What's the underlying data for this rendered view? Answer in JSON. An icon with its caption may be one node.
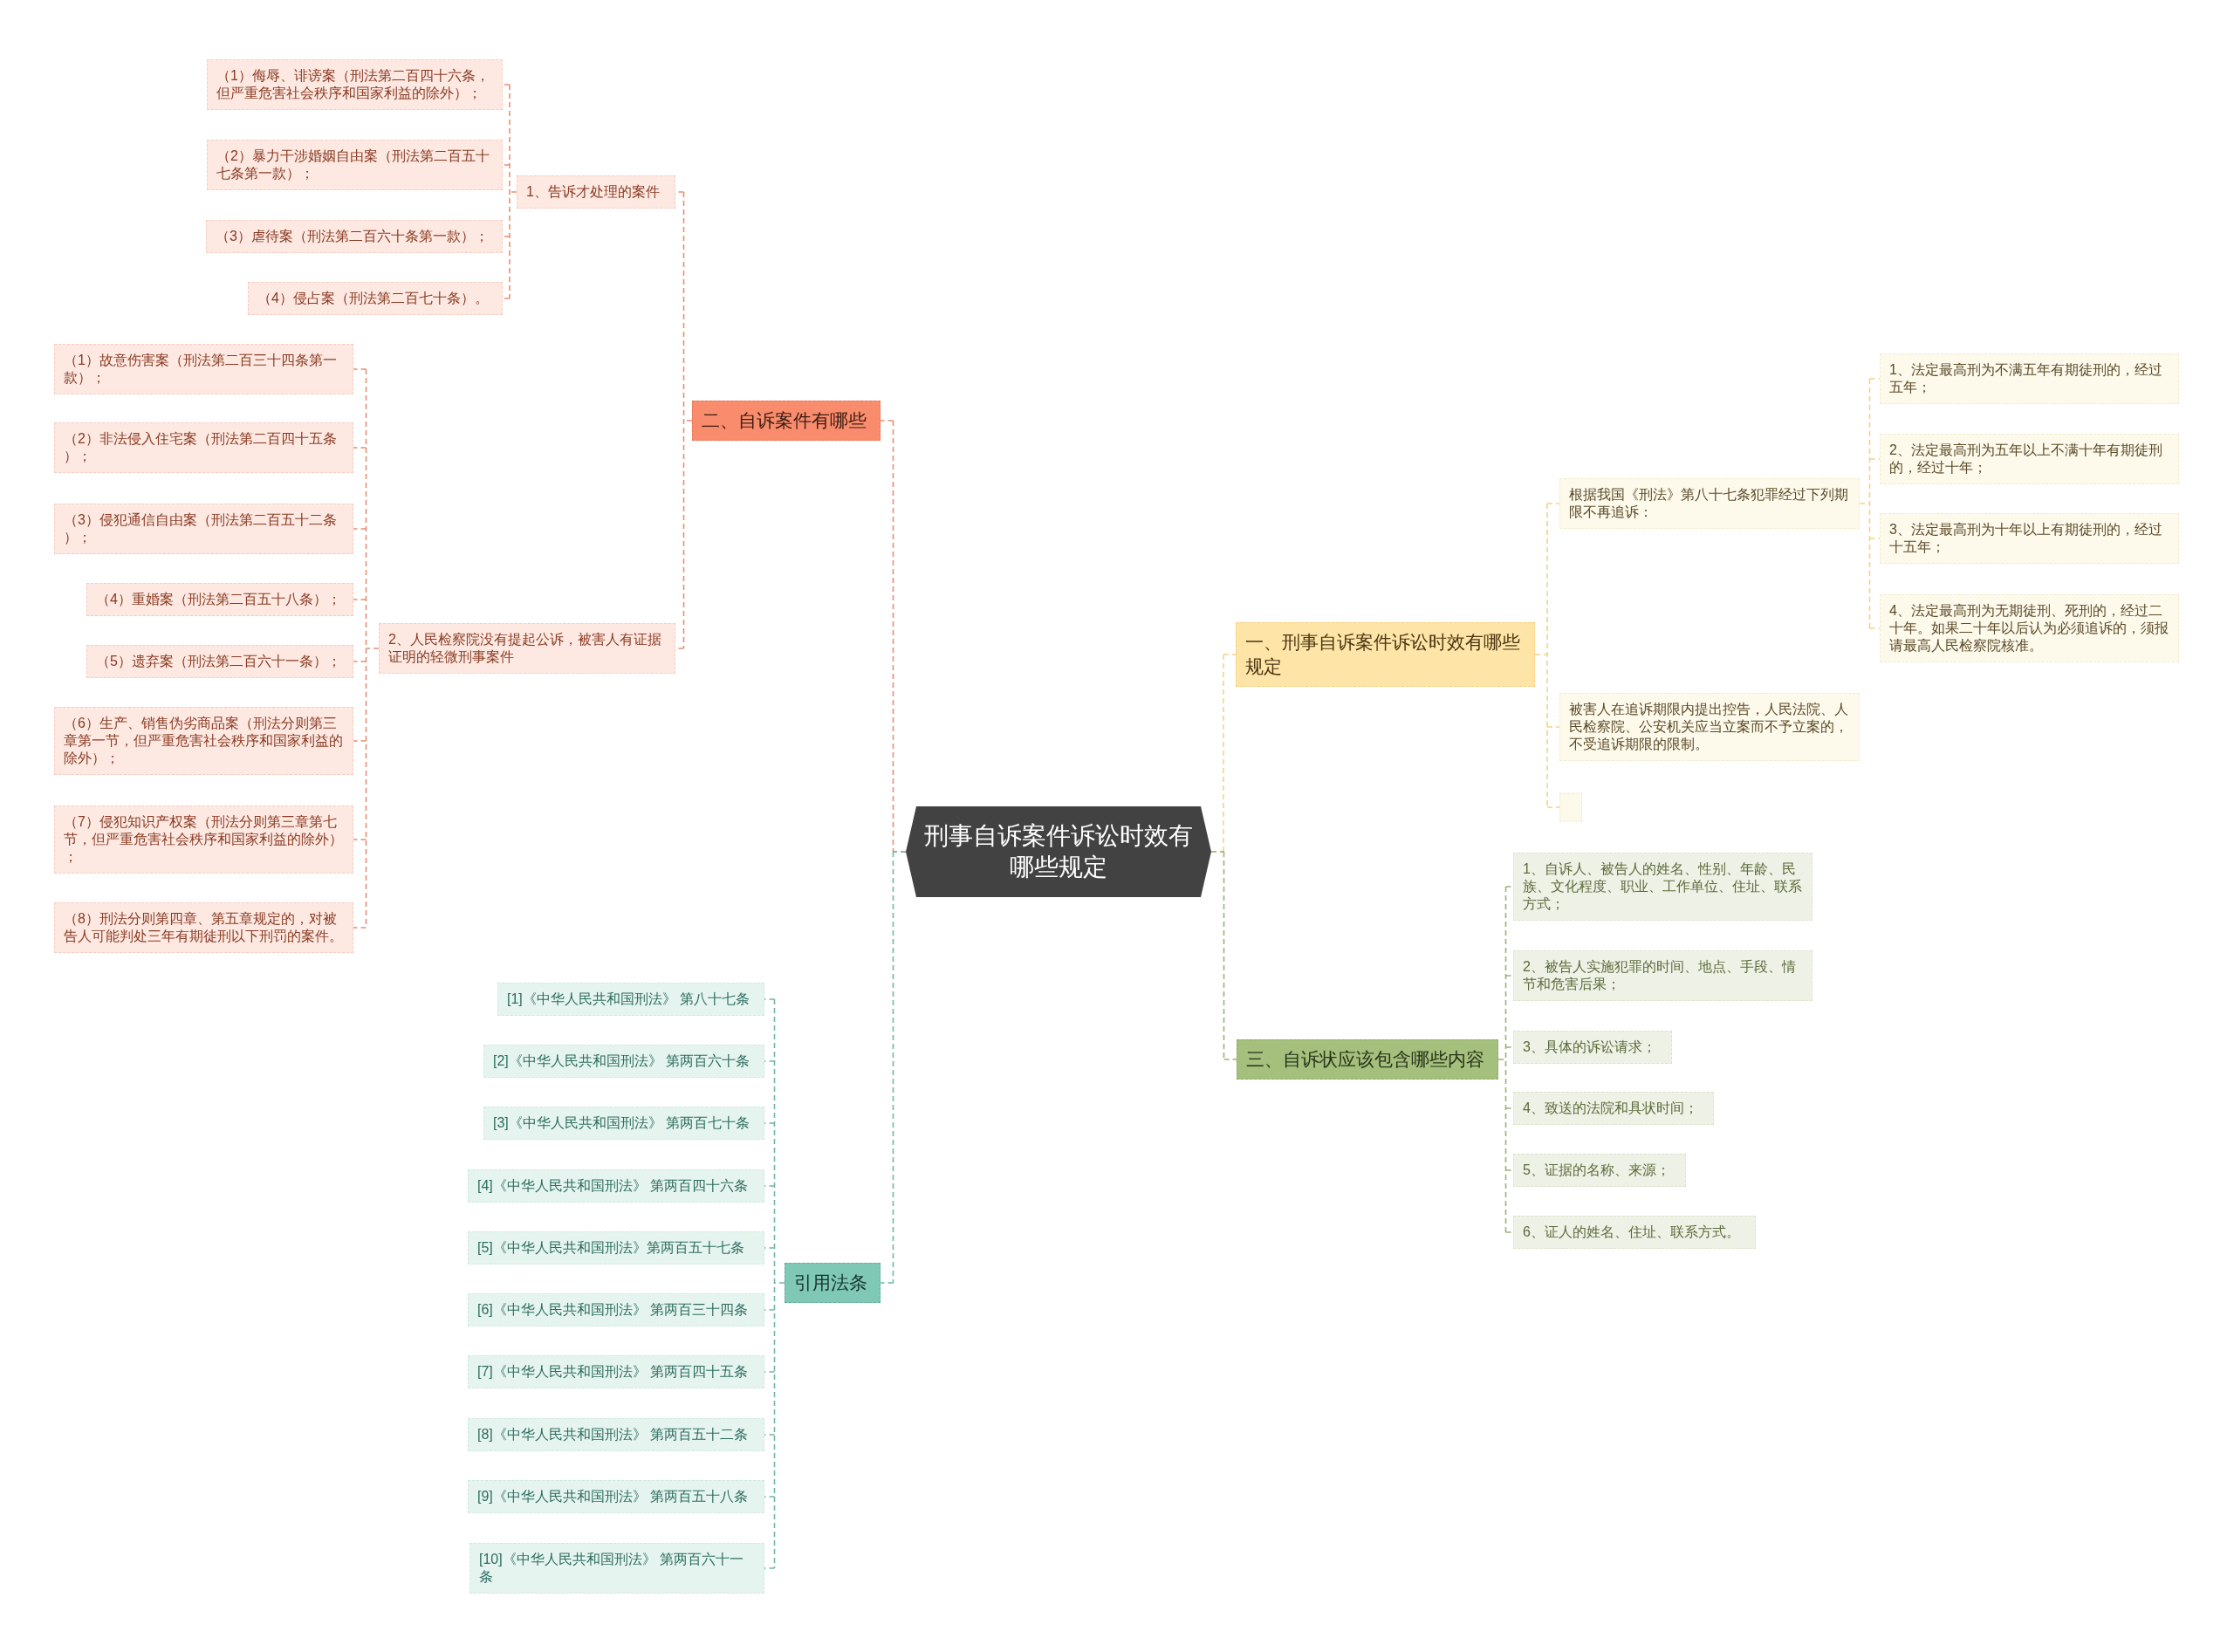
{
  "diagram": {
    "nodes": [
      {
        "text": [
          "刑事自诉案件诉讼时效有哪些规定"
        ]
      },
      {
        "text": [
          "二、自诉案件有哪些"
        ]
      },
      {
        "text": [
          "1、告诉才处理的案件"
        ]
      },
      {
        "text": [
          "（1）侮辱、诽谤案（刑法第二百四十六条，但严重危害社会秩序和国家利益的除外）；"
        ]
      },
      {
        "text": [
          "（2）暴力干涉婚姻自由案（刑法第二百五十七条第一款）；"
        ]
      },
      {
        "text": [
          "（3）虐待案（刑法第二百六十条第一款）；"
        ]
      },
      {
        "text": [
          "（4）侵占案（刑法第二百七十条）。"
        ]
      },
      {
        "text": [
          "2、人民检察院没有提起公诉，被害人有证据证明的轻微刑事案件"
        ]
      },
      {
        "text": [
          "（1）故意伤害案（刑法第二百三十四条第一款）；"
        ]
      },
      {
        "text": [
          "（2）非法侵入住宅案（刑法第二百四十五条）；"
        ]
      },
      {
        "text": [
          "（3）侵犯通信自由案（刑法第二百五十二条）；"
        ]
      },
      {
        "text": [
          "（4）重婚案（刑法第二百五十八条）；"
        ]
      },
      {
        "text": [
          "（5）遗弃案（刑法第二百六十一条）；"
        ]
      },
      {
        "text": [
          "（6）生产、销售伪劣商品案（刑法分则第三章第一节，但严重危害社会秩序和国家利益的除外）；"
        ]
      },
      {
        "text": [
          "（7）侵犯知识产权案（刑法分则第三章第七节，但严重危害社会秩序和国家利益的除外）；"
        ]
      },
      {
        "text": [
          "（8）刑法分则第四章、第五章规定的，对被告人可能判处三年有期徒刑以下刑罚的案件。"
        ]
      },
      {
        "text": [
          "引用法条"
        ]
      },
      {
        "text": [
          "[1]《中华人民共和国刑法》 第八十七条"
        ]
      },
      {
        "text": [
          "[2]《中华人民共和国刑法》 第两百六十条"
        ]
      },
      {
        "text": [
          "[3]《中华人民共和国刑法》 第两百七十条"
        ]
      },
      {
        "text": [
          "[4]《中华人民共和国刑法》 第两百四十六条"
        ]
      },
      {
        "text": [
          "[5]《中华人民共和国刑法》第两百五十七条"
        ]
      },
      {
        "text": [
          "[6]《中华人民共和国刑法》 第两百三十四条"
        ]
      },
      {
        "text": [
          "[7]《中华人民共和国刑法》 第两百四十五条"
        ]
      },
      {
        "text": [
          "[8]《中华人民共和国刑法》 第两百五十二条"
        ]
      },
      {
        "text": [
          "[9]《中华人民共和国刑法》 第两百五十八条"
        ]
      },
      {
        "text": [
          "[10]《中华人民共和国刑法》 第两百六十一条"
        ]
      },
      {
        "text": [
          "一、刑事自诉案件诉讼时效有哪些规定"
        ]
      },
      {
        "text": [
          "根据我国《刑法》第八十七条犯罪经过下列期限不再追诉："
        ]
      },
      {
        "text": [
          "1、法定最高刑为不满五年有期徒刑的，经过五年；"
        ]
      },
      {
        "text": [
          "2、法定最高刑为五年以上不满十年有期徒刑的，经过十年；"
        ]
      },
      {
        "text": [
          "3、法定最高刑为十年以上有期徒刑的，经过十五年；"
        ]
      },
      {
        "text": [
          "4、法定最高刑为无期徒刑、死刑的，经过二十年。如果二十年以后认为必须追诉的，须报请最高人民检察院核准。"
        ]
      },
      {
        "text": [
          "被害人在追诉期限内提出控告，人民法院、人民检察院、公安机关应当立案而不予立案的，不受追诉期限的限制。"
        ]
      },
      {
        "text": [],
        "shape": "box"
      },
      {
        "text": [
          "三、自诉状应该包含哪些内容"
        ]
      },
      {
        "text": [
          "1、自诉人、被告人的姓名、性别、年龄、民族、文化程度、职业、工作单位、住址、联系方式；"
        ]
      },
      {
        "text": [
          "2、被告人实施犯罪的时间、地点、手段、情节和危害后果；"
        ]
      },
      {
        "text": [
          "3、具体的诉讼请求；"
        ]
      },
      {
        "text": [
          "4、致送的法院和具状时间；"
        ]
      },
      {
        "text": [
          "5、证据的名称、来源；"
        ]
      },
      {
        "text": [
          "6、证人的姓名、住址、联系方式。"
        ]
      }
    ],
    "edges": [
      {
        "from": 0,
        "to": 1,
        "arrow": "none",
        "style": "dashed",
        "color": "#e58f73"
      },
      {
        "from": 1,
        "to": 2,
        "arrow": "none",
        "style": "dashed",
        "color": "#e58f73"
      },
      {
        "from": 2,
        "to": 3,
        "arrow": "none",
        "style": "dashed",
        "color": "#e58f73"
      },
      {
        "from": 2,
        "to": 4,
        "arrow": "none",
        "style": "dashed",
        "color": "#e58f73"
      },
      {
        "from": 2,
        "to": 5,
        "arrow": "none",
        "style": "dashed",
        "color": "#e58f73"
      },
      {
        "from": 2,
        "to": 6,
        "arrow": "none",
        "style": "dashed",
        "color": "#e58f73"
      },
      {
        "from": 1,
        "to": 7,
        "arrow": "none",
        "style": "dashed",
        "color": "#e58f73"
      },
      {
        "from": 7,
        "to": 8,
        "arrow": "none",
        "style": "dashed",
        "color": "#e58f73"
      },
      {
        "from": 7,
        "to": 9,
        "arrow": "none",
        "style": "dashed",
        "color": "#e58f73"
      },
      {
        "from": 7,
        "to": 10,
        "arrow": "none",
        "style": "dashed",
        "color": "#e58f73"
      },
      {
        "from": 7,
        "to": 11,
        "arrow": "none",
        "style": "dashed",
        "color": "#e58f73"
      },
      {
        "from": 7,
        "to": 12,
        "arrow": "none",
        "style": "dashed",
        "color": "#e58f73"
      },
      {
        "from": 7,
        "to": 13,
        "arrow": "none",
        "style": "dashed",
        "color": "#e58f73"
      },
      {
        "from": 7,
        "to": 14,
        "arrow": "none",
        "style": "dashed",
        "color": "#e58f73"
      },
      {
        "from": 7,
        "to": 15,
        "arrow": "none",
        "style": "dashed",
        "color": "#e58f73"
      },
      {
        "from": 0,
        "to": 16,
        "arrow": "none",
        "style": "dashed",
        "color": "#6fb8a6"
      },
      {
        "from": 16,
        "to": 17,
        "arrow": "none",
        "style": "dashed",
        "color": "#6fb8a6"
      },
      {
        "from": 16,
        "to": 18,
        "arrow": "none",
        "style": "dashed",
        "color": "#6fb8a6"
      },
      {
        "from": 16,
        "to": 19,
        "arrow": "none",
        "style": "dashed",
        "color": "#6fb8a6"
      },
      {
        "from": 16,
        "to": 20,
        "arrow": "none",
        "style": "dashed",
        "color": "#6fb8a6"
      },
      {
        "from": 16,
        "to": 21,
        "arrow": "none",
        "style": "dashed",
        "color": "#6fb8a6"
      },
      {
        "from": 16,
        "to": 22,
        "arrow": "none",
        "style": "dashed",
        "color": "#6fb8a6"
      },
      {
        "from": 16,
        "to": 23,
        "arrow": "none",
        "style": "dashed",
        "color": "#6fb8a6"
      },
      {
        "from": 16,
        "to": 24,
        "arrow": "none",
        "style": "dashed",
        "color": "#6fb8a6"
      },
      {
        "from": 16,
        "to": 25,
        "arrow": "none",
        "style": "dashed",
        "color": "#6fb8a6"
      },
      {
        "from": 16,
        "to": 26,
        "arrow": "none",
        "style": "dashed",
        "color": "#6fb8a6"
      },
      {
        "from": 0,
        "to": 27,
        "arrow": "none",
        "style": "dashed",
        "color": "#efd48a"
      },
      {
        "from": 27,
        "to": 28,
        "arrow": "none",
        "style": "dashed",
        "color": "#efd48a"
      },
      {
        "from": 28,
        "to": 29,
        "arrow": "none",
        "style": "dashed",
        "color": "#efd48a"
      },
      {
        "from": 28,
        "to": 30,
        "arrow": "none",
        "style": "dashed",
        "color": "#efd48a"
      },
      {
        "from": 28,
        "to": 31,
        "arrow": "none",
        "style": "dashed",
        "color": "#efd48a"
      },
      {
        "from": 28,
        "to": 32,
        "arrow": "none",
        "style": "dashed",
        "color": "#efd48a"
      },
      {
        "from": 27,
        "to": 33,
        "arrow": "none",
        "style": "dashed",
        "color": "#efd48a"
      },
      {
        "from": 27,
        "to": 34,
        "arrow": "none",
        "style": "dashed",
        "color": "#efd48a"
      },
      {
        "from": 0,
        "to": 35,
        "arrow": "none",
        "style": "dashed",
        "color": "#9cb172"
      },
      {
        "from": 35,
        "to": 36,
        "arrow": "none",
        "style": "dashed",
        "color": "#9cb172"
      },
      {
        "from": 35,
        "to": 37,
        "arrow": "none",
        "style": "dashed",
        "color": "#9cb172"
      },
      {
        "from": 35,
        "to": 38,
        "arrow": "none",
        "style": "dashed",
        "color": "#9cb172"
      },
      {
        "from": 35,
        "to": 39,
        "arrow": "none",
        "style": "dashed",
        "color": "#9cb172"
      },
      {
        "from": 35,
        "to": 40,
        "arrow": "none",
        "style": "dashed",
        "color": "#9cb172"
      },
      {
        "from": 35,
        "to": 41,
        "arrow": "none",
        "style": "dashed",
        "color": "#9cb172"
      }
    ]
  }
}
